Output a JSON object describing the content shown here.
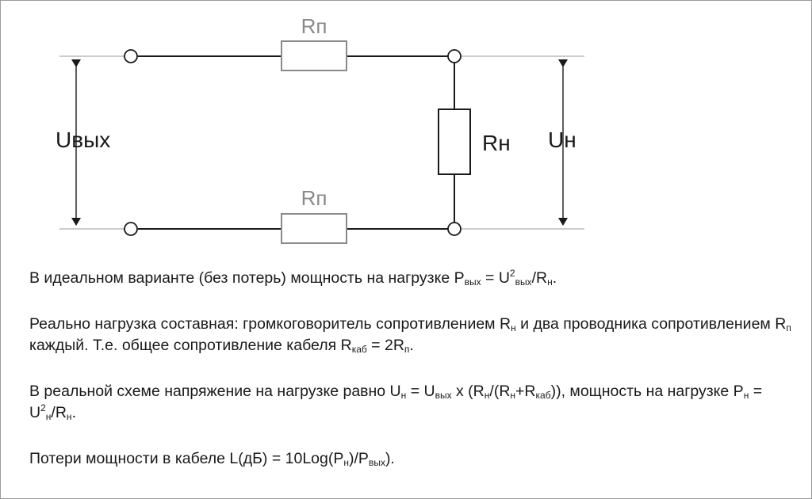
{
  "diagram": {
    "labels": {
      "r_line_top": "Rп",
      "r_line_bottom": "Rп",
      "r_load": "Rн",
      "u_out": "Uвых",
      "u_load": "Uн"
    },
    "colors": {
      "wire": "#1a1a1a",
      "line_resistor": "#8a8a8a",
      "lead": "#9a9a9a"
    }
  },
  "text": {
    "p1": {
      "t1": "В идеальном варианте (без потерь) мощность на нагрузке P",
      "s1": "вых",
      "t2": " = U",
      "sup1": "2",
      "s2": "вых",
      "t3": "/R",
      "s3": "н",
      "t4": "."
    },
    "p2": {
      "t1": "Реально нагрузка составная: громкоговоритель сопротивлением R",
      "s1": "н",
      "t2": " и два проводника сопротивлением  R",
      "s2": "п",
      "t3": " каждый. Т.е. общее сопротивление кабеля R",
      "s3": "каб",
      "t4": " = 2R",
      "s4": "п",
      "t5": "."
    },
    "p3": {
      "t1": "В реальной схеме напряжение на нагрузке равно U",
      "s1": "н",
      "t2": " = U",
      "s2": "вых",
      "t3": " x (R",
      "s3": "н",
      "t4": "/(R",
      "s4": "н",
      "t5": "+R",
      "s5": "каб",
      "t6": ")), мощность на нагрузке P",
      "s6": "н",
      "t7": " = U",
      "sup1": "2",
      "s7": "н",
      "t8": "/R",
      "s8": "н",
      "t9": "."
    },
    "p4": {
      "t1": "Потери мощности в кабеле L(дБ) = 10Log(P",
      "s1": "н",
      "t2": ")/P",
      "s2": "вых",
      "t3": ")."
    }
  }
}
